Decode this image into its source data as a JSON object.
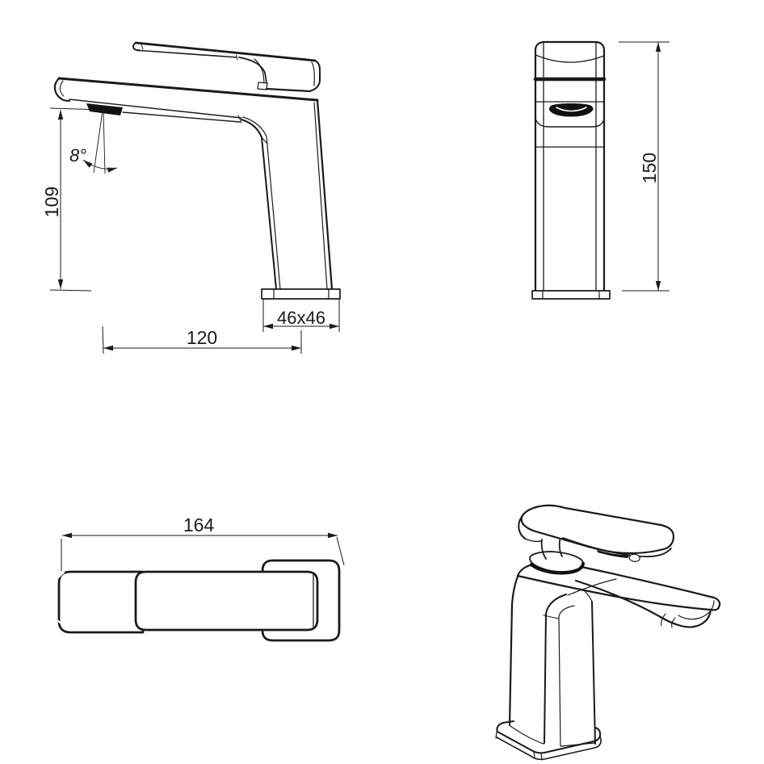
{
  "colors": {
    "line": "#1a1a1a",
    "dark_fill": "#111111",
    "background": "#ffffff"
  },
  "dimensions": {
    "side_view": {
      "spray_angle": "8°",
      "spout_height": "109",
      "spout_reach": "120",
      "base_size": "46x46"
    },
    "front_view": {
      "total_height": "150"
    },
    "top_view": {
      "total_length": "164"
    }
  }
}
